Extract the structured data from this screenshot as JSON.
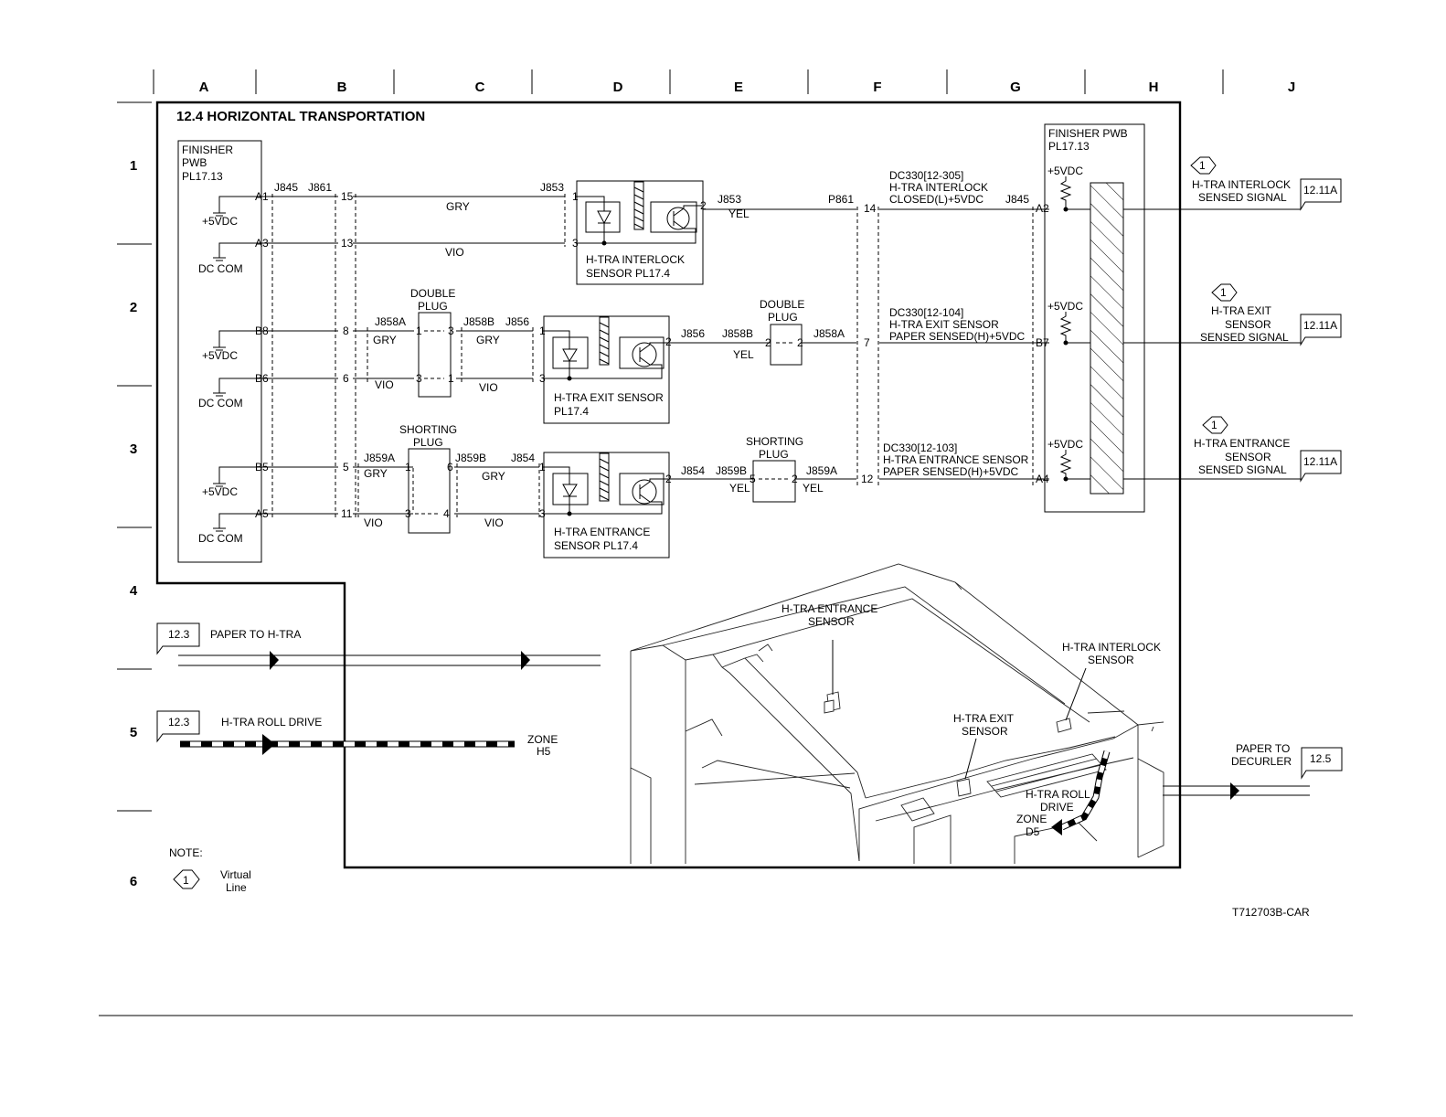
{
  "grid": {
    "columns": [
      "A",
      "B",
      "C",
      "D",
      "E",
      "F",
      "G",
      "H",
      "J"
    ],
    "rows": [
      "1",
      "2",
      "3",
      "4",
      "5",
      "6"
    ]
  },
  "title": "12.4 HORIZONTAL TRANSPORTATION",
  "finisher_left": {
    "line1": "FINISHER",
    "line2": "PWB",
    "line3": "PL17.13"
  },
  "finisher_right": {
    "line1": "FINISHER PWB",
    "line2": "PL17.13"
  },
  "pins_left": {
    "a1": "A1",
    "a3": "A3",
    "b8": "B8",
    "b6": "B6",
    "b5": "B5",
    "a5": "A5",
    "vdc": "+5VDC",
    "dccom": "DC COM"
  },
  "connectors": {
    "j845": "J845",
    "j861": "J861",
    "j853": "J853",
    "j853b": "J853",
    "p861": "P861",
    "j845r": "J845",
    "j858a": "J858A",
    "j858b": "J858B",
    "j856": "J856",
    "j856b": "J856",
    "j858b2": "J858B",
    "j858a2": "J858A",
    "j859a": "J859A",
    "j859b": "J859B",
    "j854": "J854",
    "j854b": "J854",
    "j859b2": "J859B",
    "j859a2": "J859A"
  },
  "pin_numbers": {
    "p15": "15",
    "p13": "13",
    "p8": "8",
    "p6": "6",
    "p5": "5",
    "p11": "11",
    "p14": "14",
    "p7": "7",
    "p12": "12",
    "s1a": "1",
    "s3a": "3",
    "s2a": "2",
    "s1b": "1",
    "s3b": "3",
    "s2b": "2",
    "s1c": "1",
    "s3c": "3",
    "s2c": "2",
    "dp1": "1",
    "dp3": "3",
    "dp3b": "3",
    "dp1b": "1",
    "sp1": "1",
    "sp6": "6",
    "sp3": "3",
    "sp4": "4",
    "dpr2": "2",
    "dpr2b": "2",
    "spr5": "5",
    "spr2": "2"
  },
  "pins_right": {
    "a2": "A2",
    "b7": "B7",
    "a4": "A4",
    "vdc1": "+5VDC",
    "vdc2": "+5VDC",
    "vdc3": "+5VDC"
  },
  "wire_colors": {
    "gry1": "GRY",
    "vio1": "VIO",
    "yel1": "YEL",
    "gry2a": "GRY",
    "gry2b": "GRY",
    "vio2a": "VIO",
    "vio2b": "VIO",
    "yel2": "YEL",
    "gry3a": "GRY",
    "gry3b": "GRY",
    "vio3a": "VIO",
    "vio3b": "VIO",
    "yel3a": "YEL",
    "yel3b": "YEL"
  },
  "plugs": {
    "double1": "DOUBLE",
    "double1b": "PLUG",
    "double2": "DOUBLE",
    "double2b": "PLUG",
    "short1": "SHORTING",
    "short1b": "PLUG",
    "short2": "SHORTING",
    "short2b": "PLUG"
  },
  "sensors": {
    "interlock_l1": "H-TRA INTERLOCK",
    "interlock_l2": "SENSOR PL17.4",
    "exit_l1": "H-TRA EXIT SENSOR",
    "exit_l2": "PL17.4",
    "entrance_l1": "H-TRA ENTRANCE",
    "entrance_l2": "SENSOR PL17.4"
  },
  "dc330": {
    "d1a": "DC330[12-305]",
    "d1b": "H-TRA INTERLOCK",
    "d1c": "CLOSED(L)+5VDC",
    "d2a": "DC330[12-104]",
    "d2b": "H-TRA EXIT SENSOR",
    "d2c": "PAPER SENSED(H)+5VDC",
    "d3a": "DC330[12-103]",
    "d3b": "H-TRA ENTRANCE SENSOR",
    "d3c": "PAPER SENSED(H)+5VDC"
  },
  "signals": {
    "s1a": "H-TRA INTERLOCK",
    "s1b": "SENSED SIGNAL",
    "ref1": "12.11A",
    "hex1": "1",
    "s2a": "H-TRA EXIT",
    "s2b": "SENSOR",
    "s2c": "SENSED SIGNAL",
    "ref2": "12.11A",
    "hex2": "1",
    "s3a": "H-TRA ENTRANCE",
    "s3b": "SENSOR",
    "s3c": "SENSED SIGNAL",
    "ref3": "12.11A",
    "hex3": "1"
  },
  "flows": {
    "paper_ref": "12.3",
    "paper_label": "PAPER TO H-TRA",
    "roll_ref": "12.3",
    "roll_label": "H-TRA ROLL DRIVE",
    "zone1": "ZONE",
    "zone1b": "H5",
    "decurler1": "PAPER TO",
    "decurler2": "DECURLER",
    "decurler_ref": "12.5"
  },
  "drawing_labels": {
    "entr1": "H-TRA ENTRANCE",
    "entr2": "SENSOR",
    "intl1": "H-TRA INTERLOCK",
    "intl2": "SENSOR",
    "exit1": "H-TRA EXIT",
    "exit2": "SENSOR",
    "roll1": "H-TRA ROLL",
    "roll2": "DRIVE",
    "zone2": "ZONE",
    "zone2b": "D5"
  },
  "note": {
    "label": "NOTE:",
    "hex": "1",
    "text1": "Virtual",
    "text2": "Line"
  },
  "figure_id": "T712703B-CAR"
}
